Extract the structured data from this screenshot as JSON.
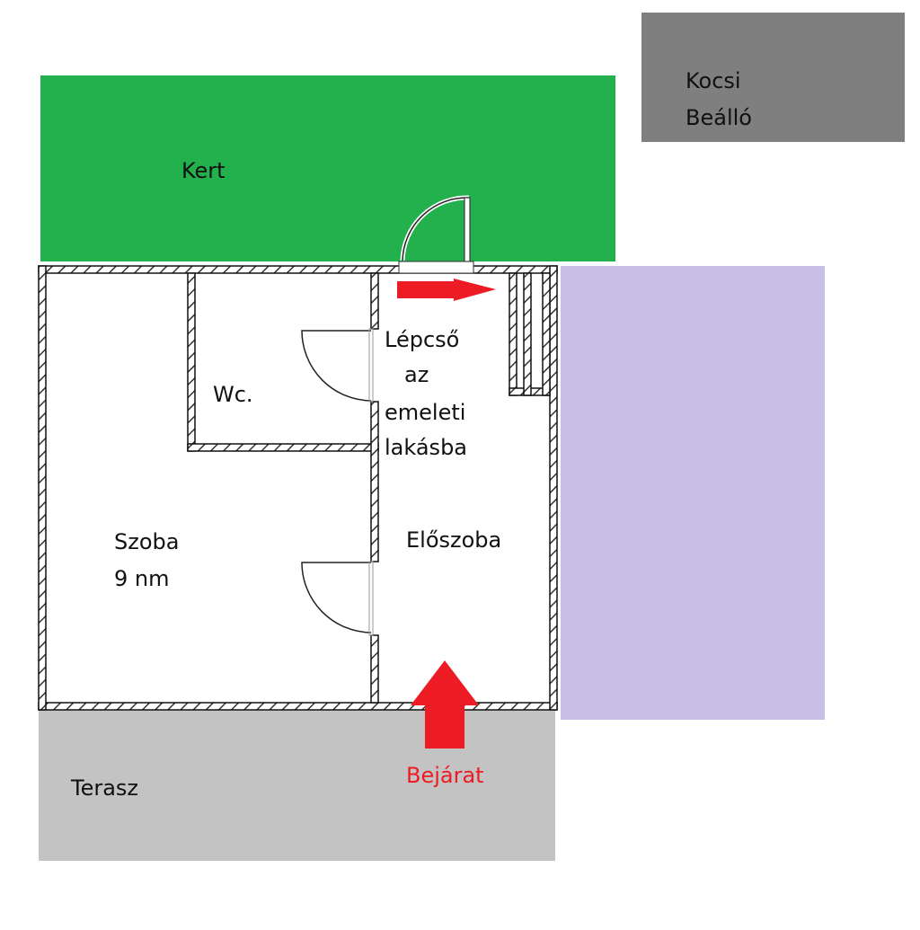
{
  "title": "Floor plan",
  "areas": {
    "garden": {
      "label": "Kert",
      "color": "#22b14c"
    },
    "parking": {
      "label_line1": "Kocsi",
      "label_line2": "Beálló",
      "color": "#7f7f7f"
    },
    "neighbor": {
      "color": "#c8bfe7"
    },
    "terrace": {
      "label": "Terasz",
      "color": "#c3c3c3"
    }
  },
  "rooms": {
    "wc": {
      "label": "Wc."
    },
    "stairs": {
      "line1": "Lépcső",
      "line2": "az",
      "line3": "emeleti",
      "line4": "lakásba"
    },
    "room": {
      "line1": "Szoba",
      "line2": "9 nm"
    },
    "hall": {
      "label": "Előszoba"
    }
  },
  "entrance": {
    "label": "Bejárat",
    "color": "#ed1c24"
  }
}
